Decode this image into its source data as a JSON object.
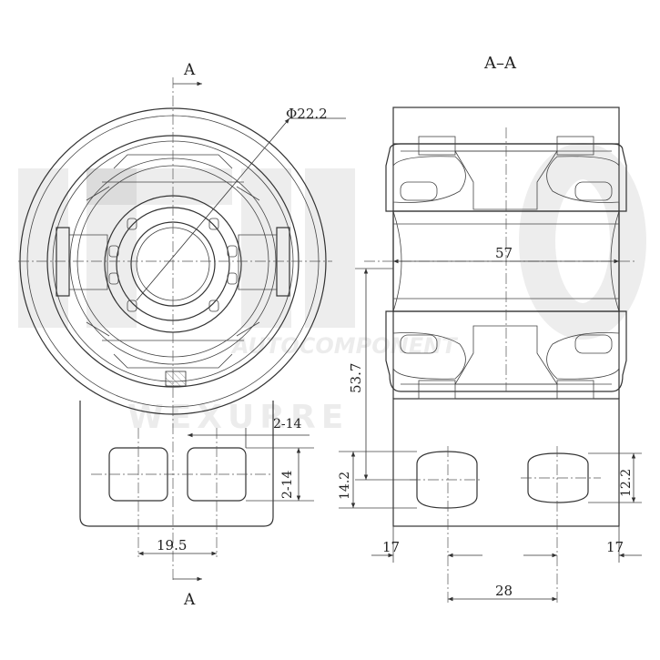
{
  "section_marks": {
    "top": "A",
    "bottom": "A",
    "section_title": "A–A"
  },
  "dimensions": {
    "diameter": "Φ22.2",
    "length": "57",
    "height": "53.7",
    "slot_width": "2-14",
    "slot_height": "2-14",
    "slot_spacing": "19.5",
    "hole_height_left": "14.2",
    "hole_height_right": "12.2",
    "offset_left": "17",
    "offset_right": "17",
    "hole_spacing": "28"
  },
  "watermark": {
    "brand_line": "AUTOCOMPONENT",
    "city_line": "WEXURRE"
  }
}
